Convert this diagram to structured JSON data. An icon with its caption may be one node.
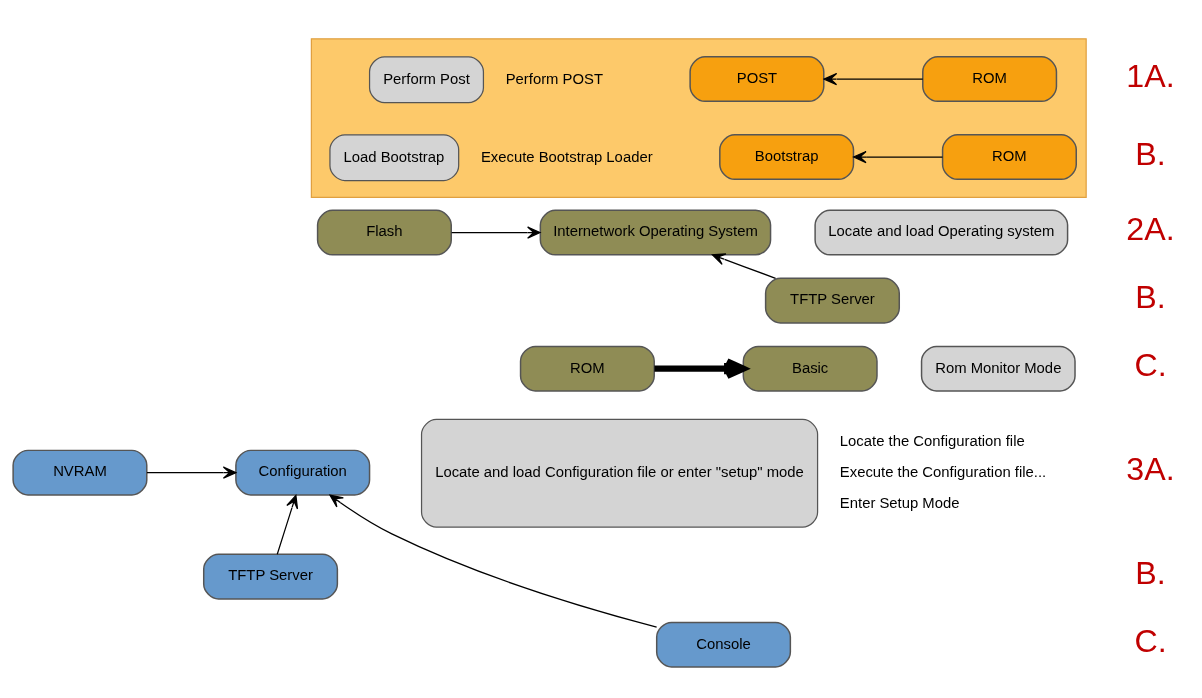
{
  "diagram": {
    "nodes": [
      {
        "text": [],
        "shape": "box"
      },
      {
        "text": [
          "ROM"
        ],
        "in": 0
      },
      {
        "text": [
          "POST"
        ],
        "in": 0
      },
      {
        "text": [
          "Perform Post"
        ],
        "in": 0,
        "beside": [
          "Perform POST"
        ]
      },
      {
        "text": [
          "ROM"
        ],
        "in": 0
      },
      {
        "text": [
          "Bootstrap"
        ],
        "in": 0
      },
      {
        "text": [
          "Load Bootstrap"
        ],
        "in": 0,
        "beside": [
          "Execute Bootstrap Loader"
        ]
      },
      {
        "text": [
          "Flash"
        ]
      },
      {
        "text": [
          "Internetwork Operating System"
        ]
      },
      {
        "text": [
          "Locate and load Operating system"
        ]
      },
      {
        "text": [
          "TFTP Server"
        ]
      },
      {
        "text": [
          "ROM"
        ]
      },
      {
        "text": [
          "Basic"
        ]
      },
      {
        "text": [
          "Rom Monitor Mode"
        ]
      },
      {
        "text": [
          "NVRAM"
        ]
      },
      {
        "text": [
          "Configuration"
        ]
      },
      {
        "text": [
          "Locate and load Configuration file or enter \"setup\" mode"
        ],
        "beside": [
          "Locate the Configuration file",
          "Execute the Configuration file...",
          "Enter Setup Mode"
        ]
      },
      {
        "text": [
          "TFTP Server"
        ]
      },
      {
        "text": [
          "Console"
        ]
      }
    ],
    "edges": [
      {
        "from": 1,
        "to": 2,
        "arrow": "to"
      },
      {
        "from": 4,
        "to": 5,
        "arrow": "to"
      },
      {
        "from": 7,
        "to": 8,
        "arrow": "to"
      },
      {
        "from": 10,
        "to": 8,
        "arrow": "to"
      },
      {
        "from": 11,
        "to": 12,
        "arrow": "to",
        "style": "thick"
      },
      {
        "from": 14,
        "to": 15,
        "arrow": "to"
      },
      {
        "from": 17,
        "to": 15,
        "arrow": "to"
      },
      {
        "from": 18,
        "to": 15,
        "arrow": "to"
      }
    ],
    "labels": [
      "1A.",
      "B.",
      "2A.",
      "B.",
      "C.",
      "3A.",
      "B.",
      "C."
    ]
  }
}
